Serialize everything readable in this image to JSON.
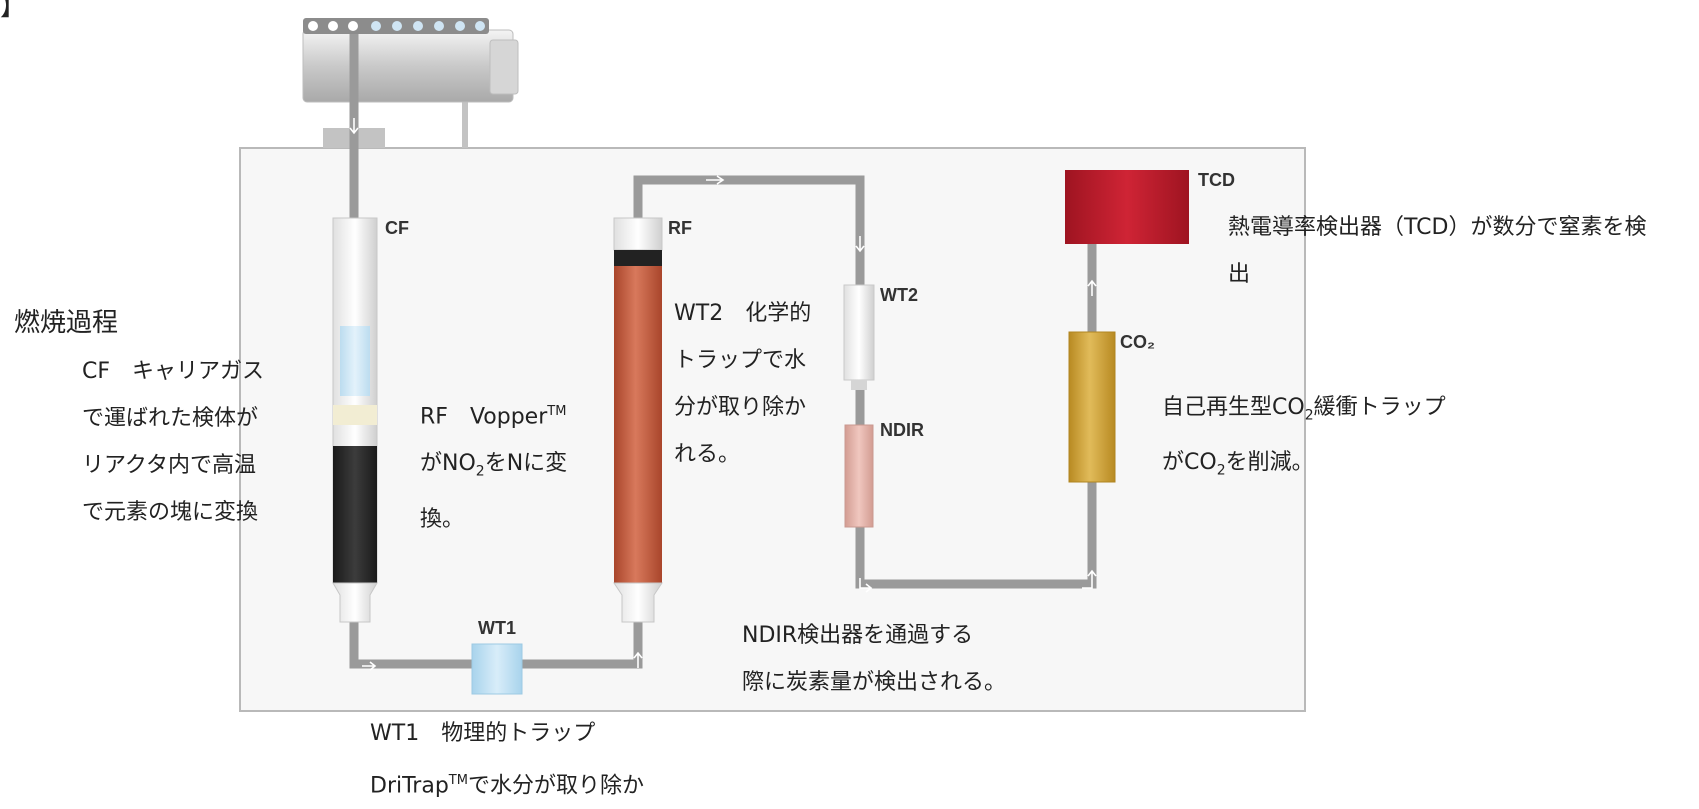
{
  "header_fragment": "】",
  "section_title": "燃焼過程",
  "components": {
    "cf": "CF",
    "rf": "RF",
    "wt1": "WT1",
    "wt2": "WT2",
    "ndir": "NDIR",
    "co2": "CO₂",
    "tcd": "TCD"
  },
  "descriptions": {
    "cf": [
      "CF　キャリアガス",
      "で運ばれた検体が",
      "リアクタ内で高温",
      "で元素の塊に変換"
    ],
    "rf": {
      "line1_text": "RF　Vopper",
      "line1_sup": "TM",
      "line2_a": "がNO",
      "line2_sub": "2",
      "line2_b": "をNに変",
      "line3": "換。"
    },
    "wt2": [
      "WT2　化学的",
      "トラップで水",
      "分が取り除か",
      "れる。"
    ],
    "tcd": [
      "熱電導率検出器（TCD）が数分で窒素を検",
      "出"
    ],
    "co2": {
      "line1_a": "自己再生型CO",
      "line1_sub": "2",
      "line1_b": "緩衝トラップ",
      "line2_a": "がCO",
      "line2_sub": "2",
      "line2_b": "を削減。"
    },
    "ndir": [
      "NDIR検出器を通過する",
      "際に炭素量が検出される。"
    ],
    "wt1": {
      "line1": "WT1　物理的トラップ",
      "line2_a": "DriTrap",
      "line2_sup": "TM",
      "line2_b": "で水分が取り除か"
    }
  },
  "colors": {
    "panel": "#f7f7f7",
    "pipe": "#9a9a9a",
    "tcd": "#c01a2a",
    "co2_trap": "#d1a53a",
    "rf_tube": "#c96448",
    "cf_black": "#262626",
    "wt1": "#b9dff2"
  }
}
